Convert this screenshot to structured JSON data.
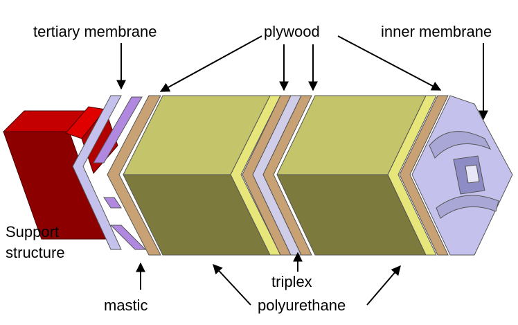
{
  "labels": {
    "tertiary_membrane": "tertiary membrane",
    "plywood": "plywood",
    "inner_membrane": "inner membrane",
    "support_structure_line1": "Support",
    "support_structure_line2": "structure",
    "mastic": "mastic",
    "triplex": "triplex",
    "polyurethane": "polyurethane"
  },
  "colors": {
    "support_red": "#e00000",
    "support_dark": "#8c0000",
    "membrane_lavender": "#c4c2ec",
    "mastic_purple": "#b088e0",
    "plywood_tan": "#c8a274",
    "foam_top": "#c4c46a",
    "foam_front": "#7d7a3e",
    "foam_side": "#e6e67a",
    "triplex_light": "#cfcde8"
  }
}
